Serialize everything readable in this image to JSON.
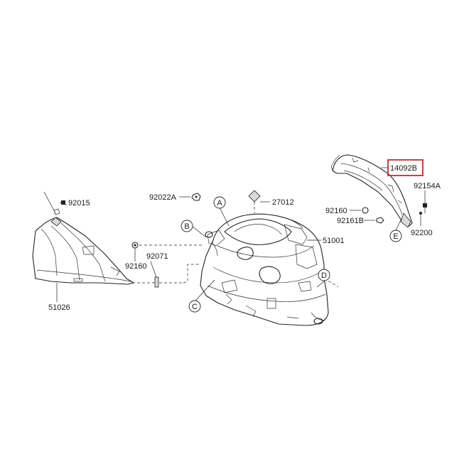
{
  "diagram": {
    "part_labels": {
      "p92015": "92015",
      "p92022a": "92022A",
      "p27012": "27012",
      "p14092b": "14092B",
      "p92154a": "92154A",
      "p92160_right": "92160",
      "p92161b": "92161B",
      "p92200": "92200",
      "p51001": "51001",
      "p92160_left": "92160",
      "p92071": "92071",
      "p51026": "51026"
    },
    "callout_letters": {
      "a": "A",
      "b": "B",
      "c": "C",
      "d": "D",
      "e": "E"
    },
    "highlight": {
      "part": "14092B",
      "color": "#cc2a2a"
    }
  }
}
